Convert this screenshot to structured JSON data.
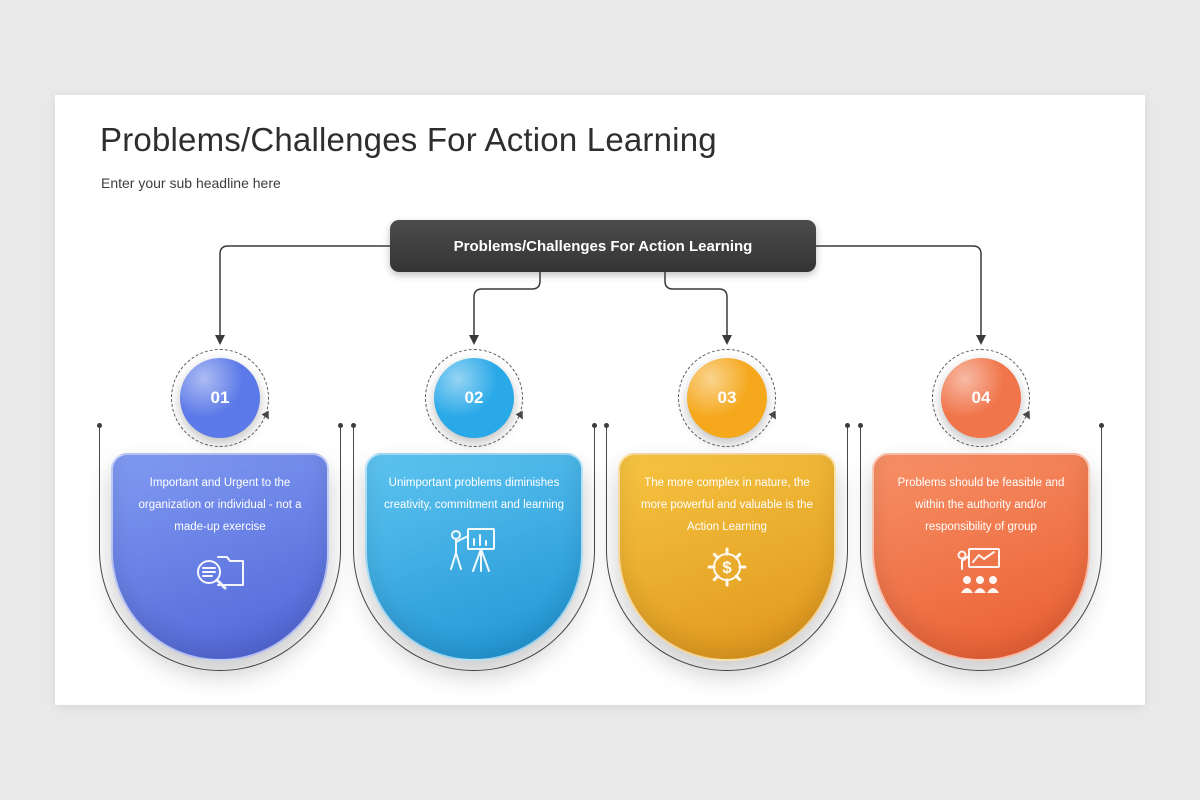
{
  "slide": {
    "title": "Problems/Challenges For Action Learning",
    "subtitle": "Enter your sub headline here",
    "root_box_label": "Problems/Challenges For Action Learning"
  },
  "cards": [
    {
      "number": "01",
      "text": "Important and Urgent to the organization or individual - not a made-up exercise",
      "icon": "search-documents-icon",
      "colors": {
        "circle": "#5b79e8",
        "gradient_top": "#809bf2",
        "gradient_bottom": "#4f63d6"
      }
    },
    {
      "number": "02",
      "text": "Unimportant problems diminishes creativity, commitment and learning",
      "icon": "presenter-whiteboard-icon",
      "colors": {
        "circle": "#2aa9e8",
        "gradient_top": "#5ec4f0",
        "gradient_bottom": "#1d93d4"
      }
    },
    {
      "number": "03",
      "text": "The more complex in nature, the more powerful and valuable is the Action Learning",
      "icon": "gear-dollar-icon",
      "colors": {
        "circle": "#f5a81c",
        "gradient_top": "#f6c441",
        "gradient_bottom": "#df951b"
      }
    },
    {
      "number": "04",
      "text": "Problems should be feasible and within the authority and/or responsibility of group",
      "icon": "presentation-audience-icon",
      "colors": {
        "circle": "#f0754a",
        "gradient_top": "#f79066",
        "gradient_bottom": "#ea5c30"
      }
    }
  ],
  "connector_color": "#3a3a3a"
}
